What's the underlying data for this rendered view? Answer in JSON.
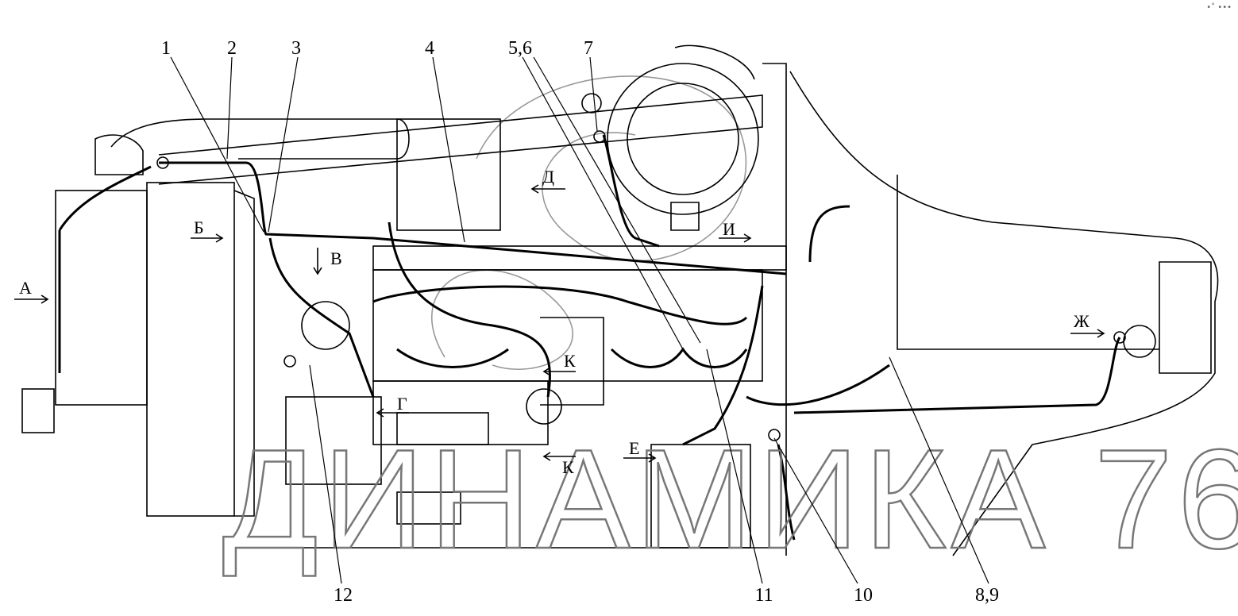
{
  "callouts_top": [
    "1",
    "2",
    "3",
    "4",
    "5,6",
    "7"
  ],
  "callouts_bottom": [
    "12",
    "11",
    "10",
    "8,9"
  ],
  "view_letters": {
    "a": "А",
    "b": "Б",
    "v": "В",
    "g": "Г",
    "d": "Д",
    "e": "Е",
    "zh": "Ж",
    "i": "И",
    "k1": "К",
    "k2": "К"
  },
  "watermark": "ДИНАМИКА 76",
  "corner_menu": "•˚ •••"
}
